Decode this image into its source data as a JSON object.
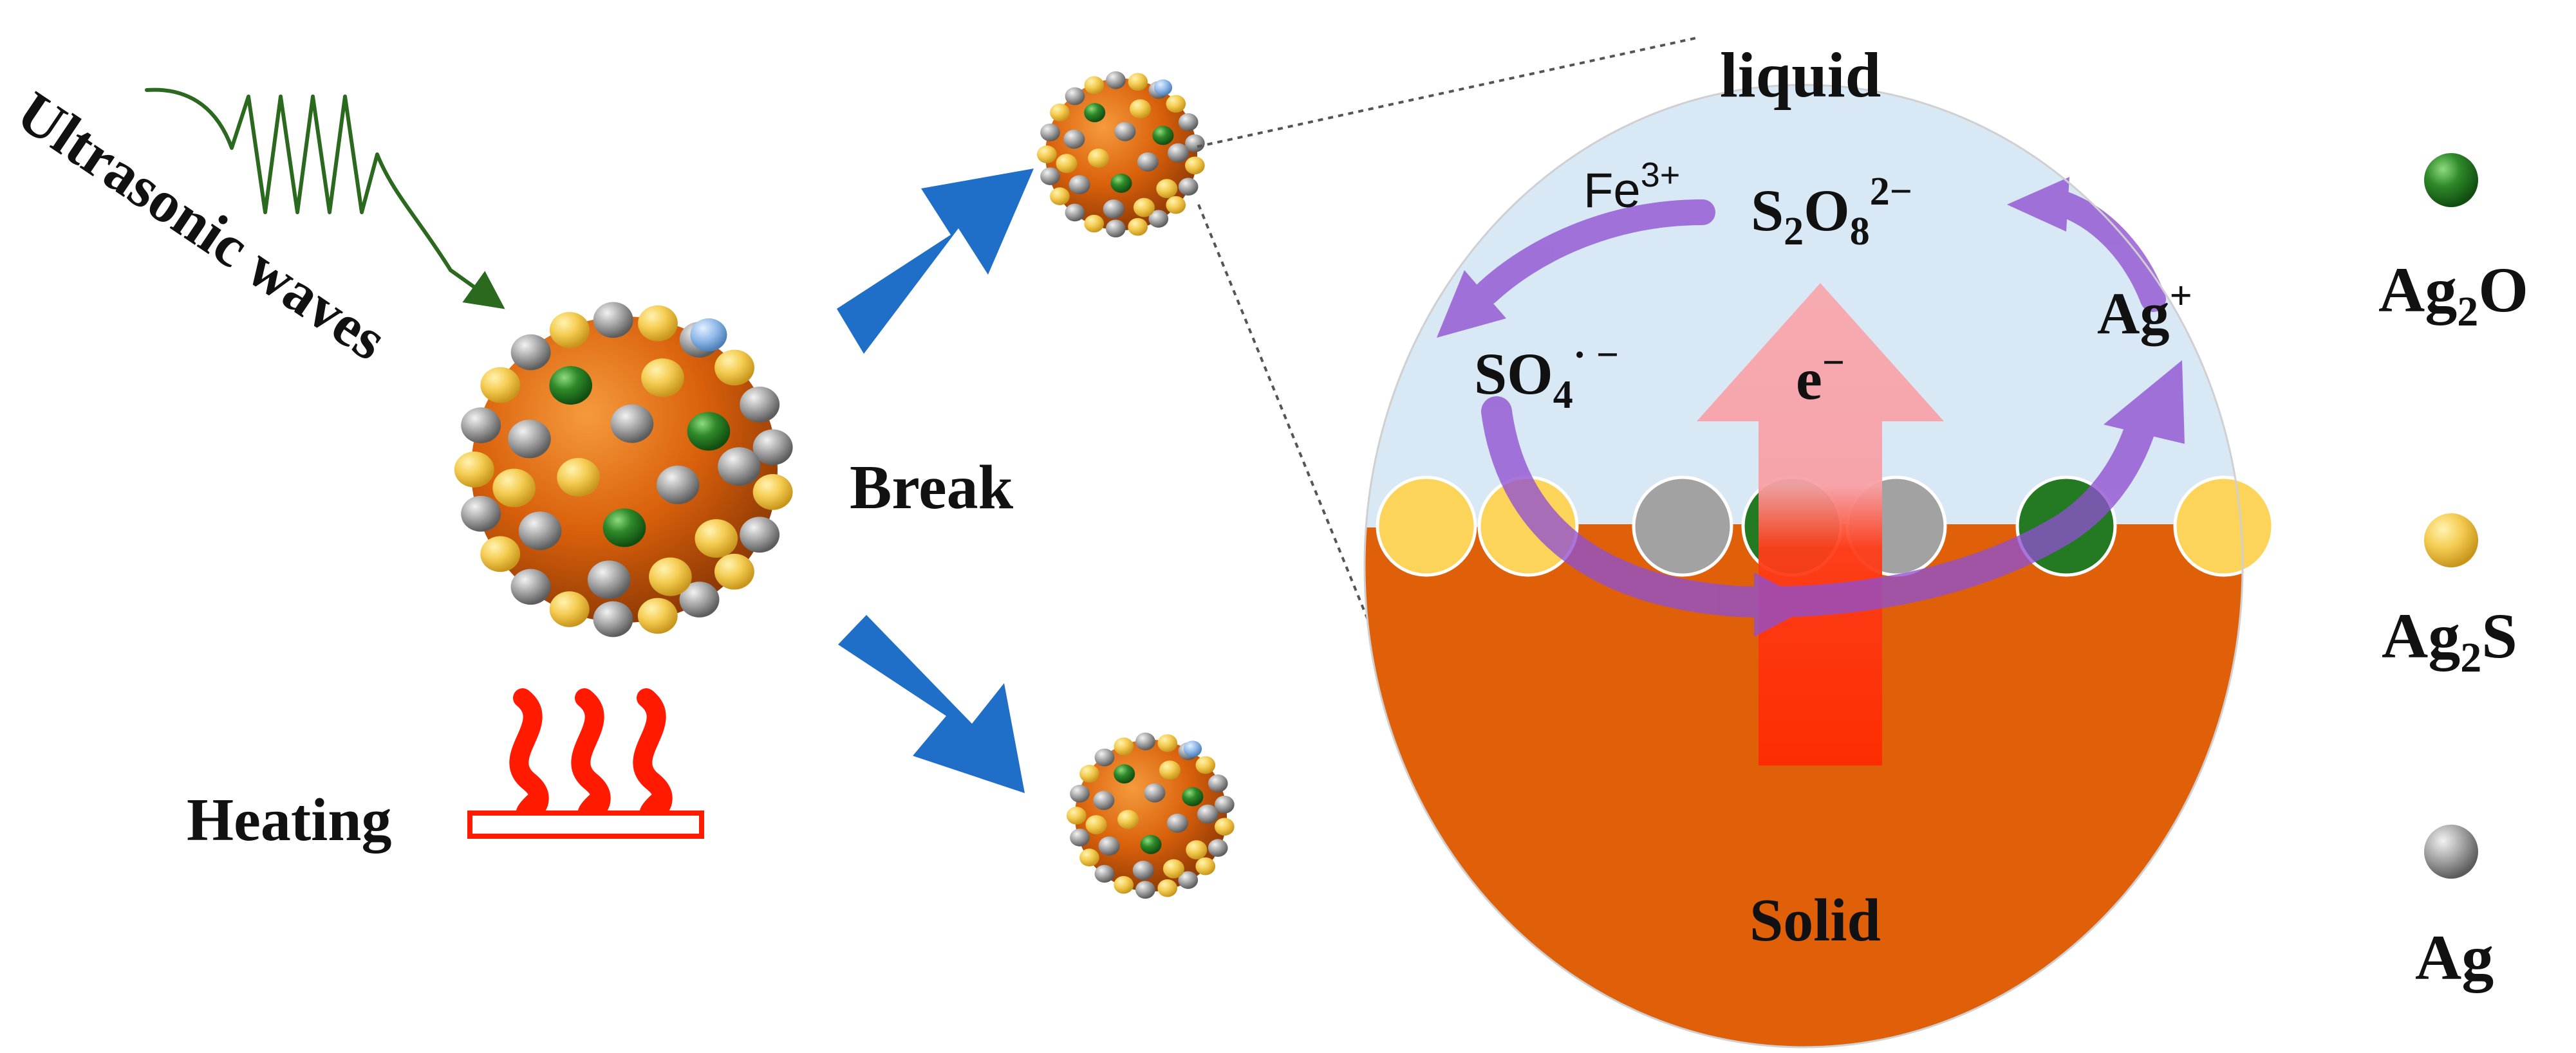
{
  "labels": {
    "ultrasonic": "Ultrasonic waves",
    "heating": "Heating",
    "break": "Break",
    "liquid": "liquid",
    "solid": "Solid",
    "electron": {
      "base": "e",
      "sup": "−"
    },
    "fe3": {
      "base": "Fe",
      "sup": "3+"
    },
    "s2o8": {
      "s": "S",
      "sub1": "2",
      "o": "O",
      "sub2": "8",
      "sup": "2−"
    },
    "so4": {
      "base": "SO",
      "sub": "4",
      "sup": "· −"
    },
    "agplus": {
      "base": "Ag",
      "sup": "+"
    }
  },
  "legend": [
    {
      "name": "ag2o",
      "base": "Ag",
      "sub": "2",
      "tail": "O",
      "color": "#2f7f2a"
    },
    {
      "name": "ag2s",
      "base": "Ag",
      "sub": "2",
      "tail": "S",
      "color": "#f2c94c"
    },
    {
      "name": "ag",
      "base": "Ag",
      "sub": "",
      "tail": "",
      "color": "#9a9a9a"
    }
  ],
  "colors": {
    "core": "#d9600b",
    "liquid": "#d8e8f5",
    "solid": "#e0600a",
    "arrow_blue": "#1f6fc9",
    "electron_arrow_top": "#f7a3a8",
    "electron_arrow_bottom": "#ff3300",
    "cycle_arrow": "#8f4fd0",
    "heat": "#ff1a00",
    "wave": "#2b6a1e"
  }
}
